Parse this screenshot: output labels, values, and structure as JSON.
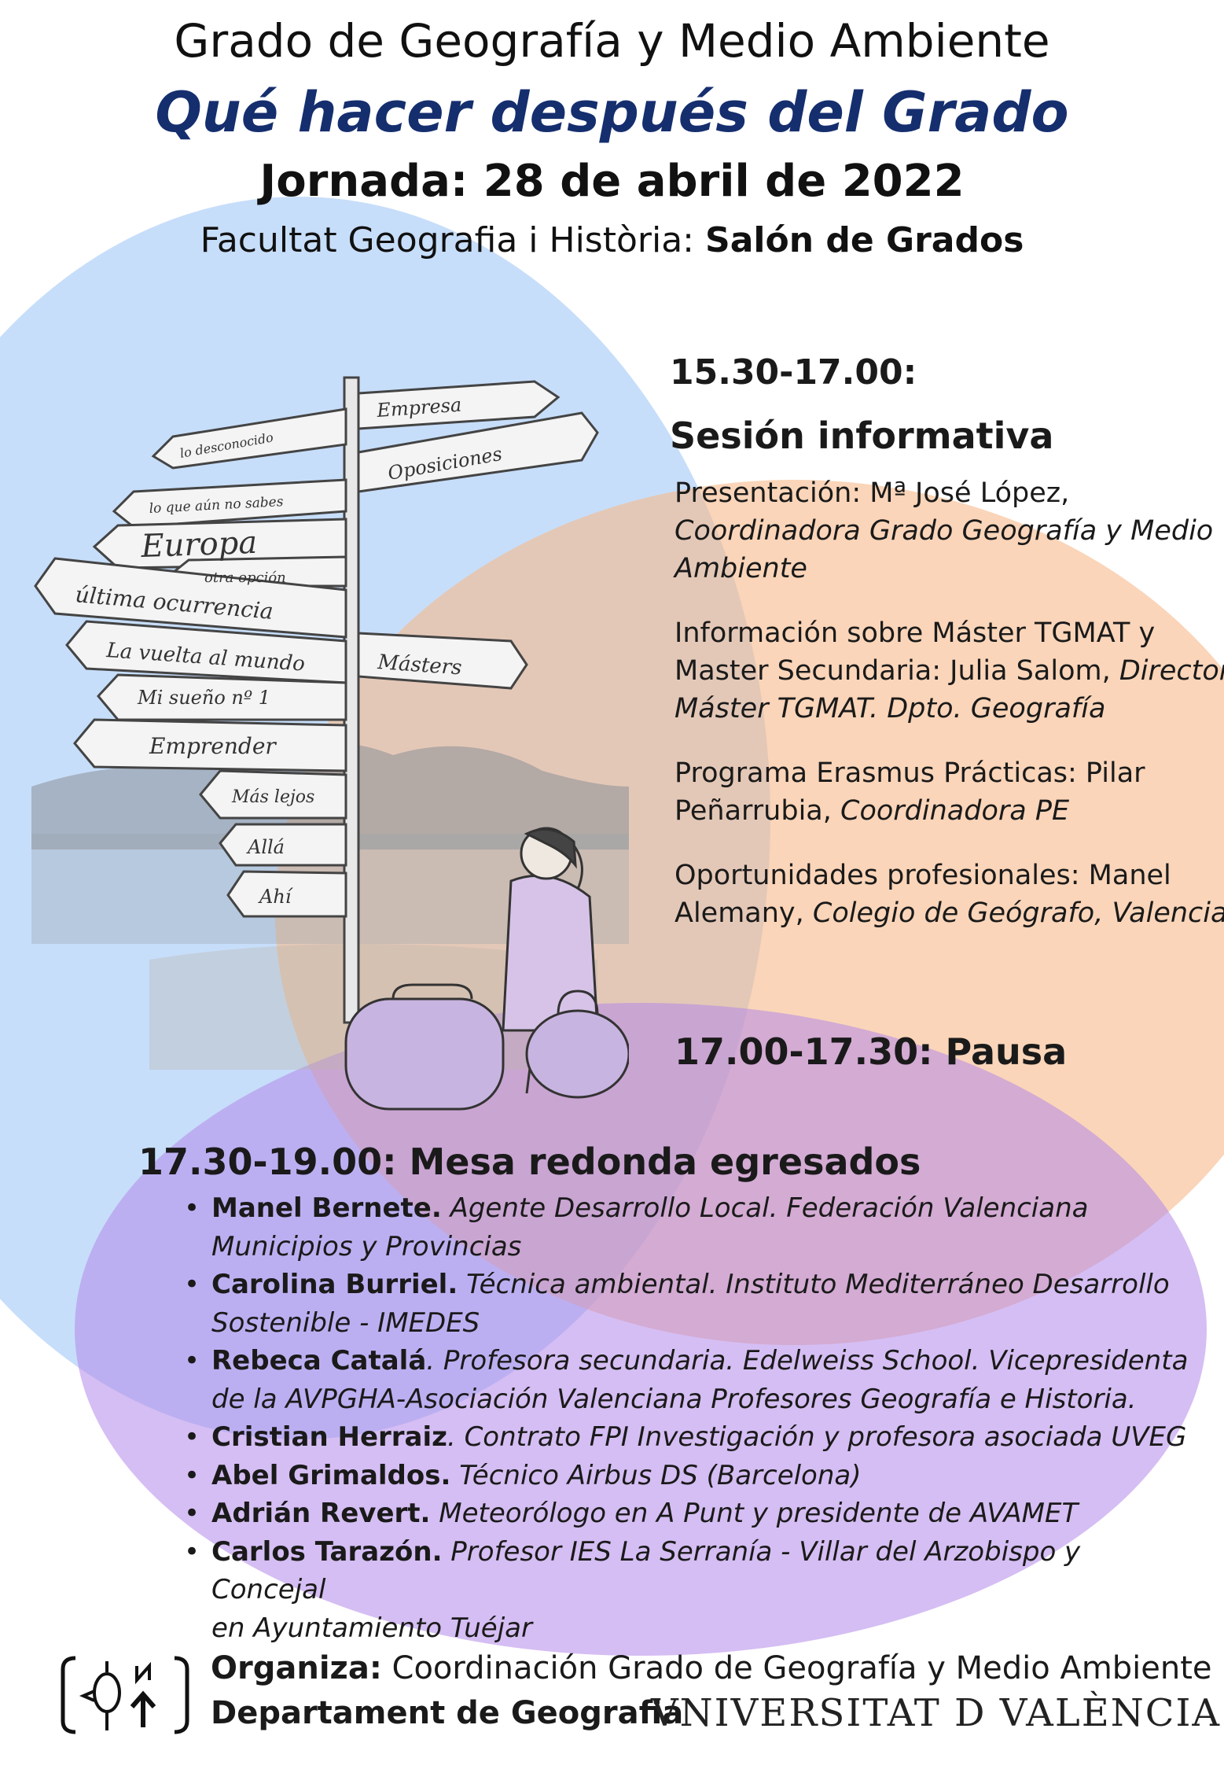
{
  "header": {
    "line1": "Grado de Geografía y Medio Ambiente",
    "line2": "Qué hacer después del Grado",
    "line3": "Jornada: 28 de abril de 2022",
    "line4_prefix": "Facultat Geografia i Història: ",
    "line4_place": "Salón de Grados"
  },
  "signpost": {
    "signs": [
      "Empresa",
      "lo desconocido",
      "Oposiciones",
      "lo que aún no sabes",
      "Europa",
      "otra opción",
      "última ocurrencia",
      "La vuelta al mundo",
      "Másters",
      "Mi sueño nº 1",
      "Emprender",
      "Más lejos",
      "Allá",
      "Ahí"
    ]
  },
  "session": {
    "time": "15.30-17.00:",
    "title": "Sesión informativa",
    "items": [
      {
        "lines": [
          {
            "normal": "Presentación:  Mª José López,",
            "italic": ""
          },
          {
            "normal": "",
            "italic": "Coordinadora Grado Geografía y Medio"
          },
          {
            "normal": "",
            "italic": "Ambiente"
          }
        ]
      },
      {
        "lines": [
          {
            "normal": "Información sobre Máster TGMAT y",
            "italic": ""
          },
          {
            "normal": "Master Secundaria:  Julia Salom, ",
            "italic": "Directora"
          },
          {
            "normal": "",
            "italic": "Máster TGMAT. Dpto. Geografía"
          }
        ]
      },
      {
        "lines": [
          {
            "normal": "Programa Erasmus Prácticas:  Pilar",
            "italic": ""
          },
          {
            "normal": "Peñarrubia, ",
            "italic": "Coordinadora PE"
          }
        ]
      },
      {
        "lines": [
          {
            "normal": "Oportunidades profesionales: Manel",
            "italic": ""
          },
          {
            "normal": "Alemany,  ",
            "italic": "Colegio de Geógrafo, Valencia"
          }
        ]
      }
    ]
  },
  "pause": "17.00-17.30: Pausa",
  "mesa": {
    "title": "17.30-19.00: Mesa redonda egresados",
    "items": [
      {
        "name": "Manel Bernete.",
        "lines": [
          " Agente Desarrollo Local. Federación Valenciana",
          "Municipios y Provincias"
        ]
      },
      {
        "name": "Carolina Burriel.",
        "lines": [
          " Técnica ambiental. Instituto Mediterráneo Desarrollo",
          "Sostenible - IMEDES"
        ]
      },
      {
        "name": "Rebeca Catalá",
        "lines": [
          ". Profesora secundaria. Edelweiss School. Vicepresidenta",
          "de la AVPGHA-Asociación Valenciana Profesores Geografía e Historia."
        ]
      },
      {
        "name": "Cristian Herraiz",
        "lines": [
          ". Contrato FPI Investigación y profesora asociada UVEG"
        ]
      },
      {
        "name": "Abel Grimaldos.",
        "lines": [
          " Técnico Airbus DS (Barcelona)"
        ]
      },
      {
        "name": "Adrián Revert.",
        "lines": [
          " Meteorólogo en A Punt y presidente de AVAMET"
        ]
      },
      {
        "name": "Carlos Tarazón.",
        "lines": [
          " Profesor IES La Serranía - Villar del Arzobispo y Concejal",
          "en Ayuntamiento Tuéjar"
        ]
      }
    ]
  },
  "footer": {
    "organiza_label": "Organiza:",
    "organiza_text": "  Coordinación Grado de Geografía y Medio Ambiente",
    "department": "Departament de Geografia",
    "university": "VNIVERSITAT  D  VALÈNCIA"
  },
  "colors": {
    "title_blue": "#152e6e",
    "circle_blue": "#a9cdf7",
    "circle_orange": "#f7b98a",
    "circle_purple": "#b389ea",
    "text": "#1a1a1a"
  }
}
